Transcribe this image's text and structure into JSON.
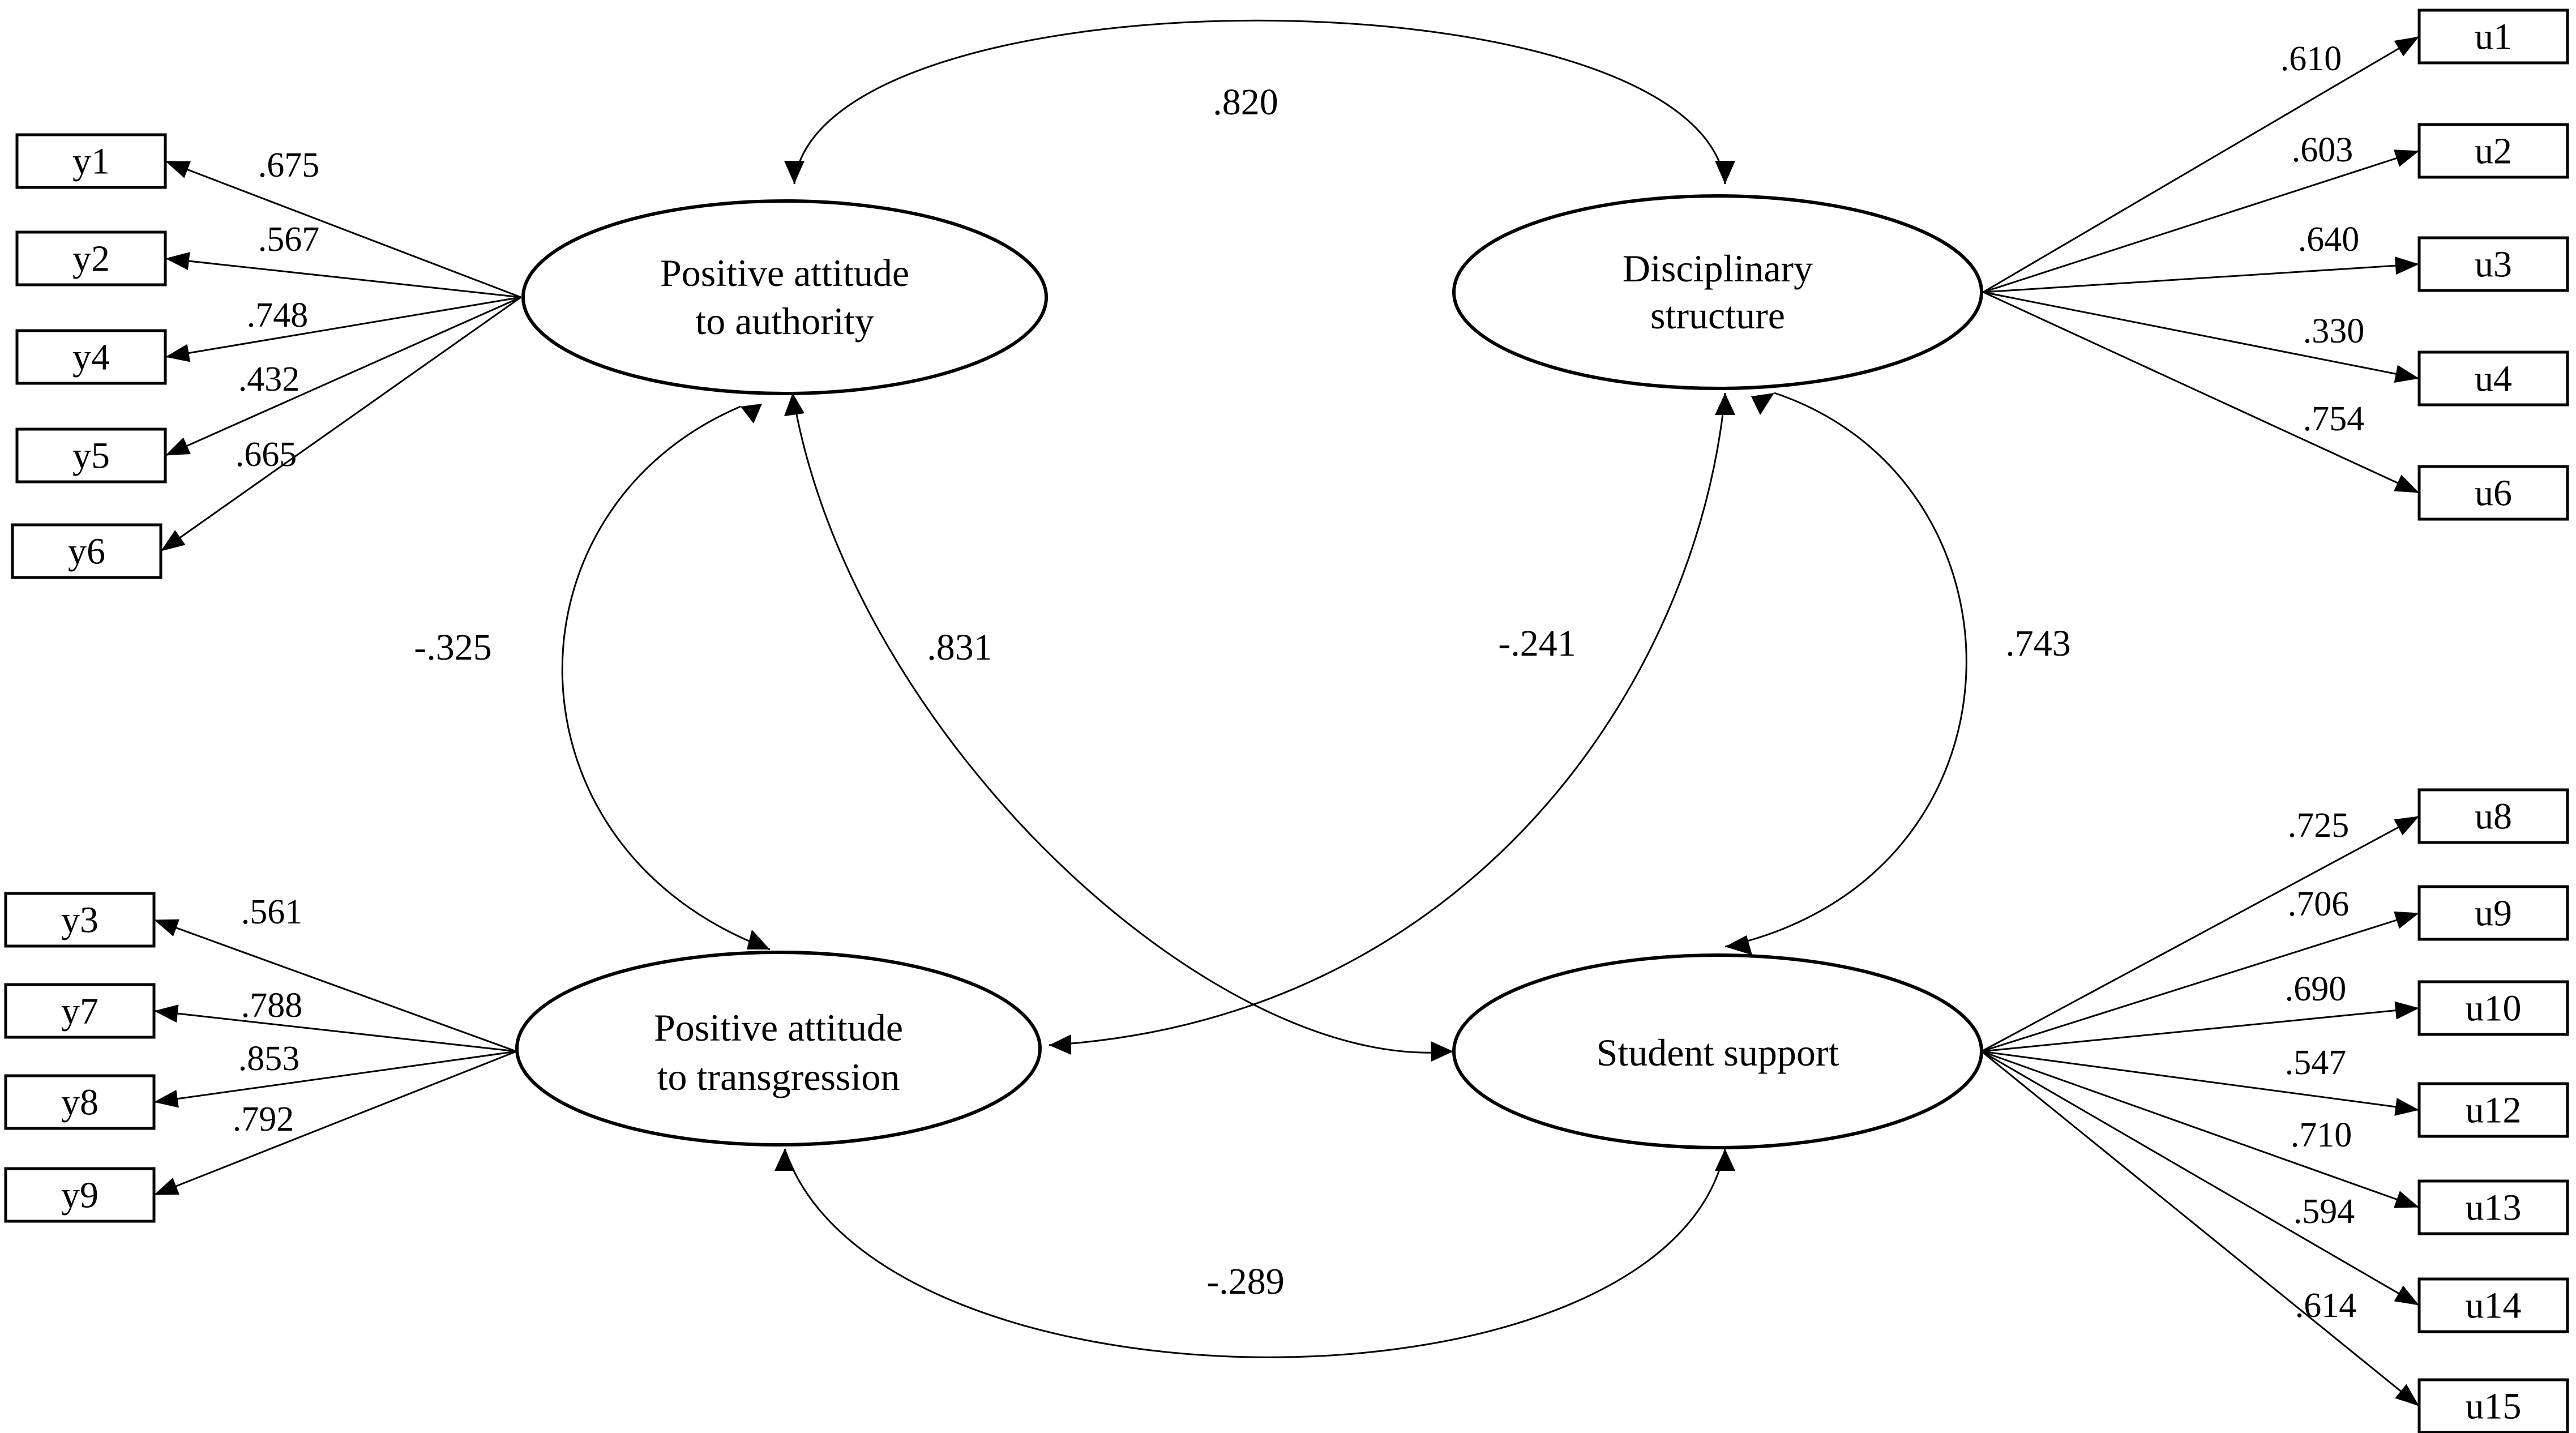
{
  "latents": {
    "authority": {
      "line1": "Positive attitude",
      "line2": "to authority"
    },
    "discipline": {
      "line1": "Disciplinary",
      "line2": "structure"
    },
    "transgression": {
      "line1": "Positive attitude",
      "line2": "to transgression"
    },
    "support": {
      "line1": "Student support"
    }
  },
  "authority_indicators": [
    {
      "label": "y1",
      "loading": ".675"
    },
    {
      "label": "y2",
      "loading": ".567"
    },
    {
      "label": "y4",
      "loading": ".748"
    },
    {
      "label": "y5",
      "loading": ".432"
    },
    {
      "label": "y6",
      "loading": ".665"
    }
  ],
  "discipline_indicators": [
    {
      "label": "u1",
      "loading": ".610"
    },
    {
      "label": "u2",
      "loading": ".603"
    },
    {
      "label": "u3",
      "loading": ".640"
    },
    {
      "label": "u4",
      "loading": ".330"
    },
    {
      "label": "u6",
      "loading": ".754"
    }
  ],
  "transgression_indicators": [
    {
      "label": "y3",
      "loading": ".561"
    },
    {
      "label": "y7",
      "loading": ".788"
    },
    {
      "label": "y8",
      "loading": ".853"
    },
    {
      "label": "y9",
      "loading": ".792"
    }
  ],
  "support_indicators": [
    {
      "label": "u8",
      "loading": ".725"
    },
    {
      "label": "u9",
      "loading": ".706"
    },
    {
      "label": "u10",
      "loading": ".690"
    },
    {
      "label": "u12",
      "loading": ".547"
    },
    {
      "label": "u13",
      "loading": ".710"
    },
    {
      "label": "u14",
      "loading": ".594"
    },
    {
      "label": "u15",
      "loading": ".614"
    }
  ],
  "correlations": {
    "authority_discipline": ".820",
    "authority_transgression": "-.325",
    "authority_support": ".831",
    "discipline_transgression": "-.241",
    "discipline_support": ".743",
    "transgression_support": "-.289"
  }
}
